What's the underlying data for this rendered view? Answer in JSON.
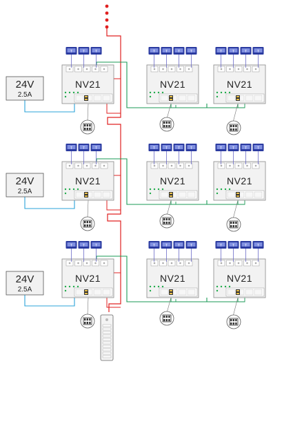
{
  "power_supply": {
    "voltage": "24V",
    "current": "2.5A"
  },
  "module": {
    "label": "NV21"
  },
  "sensor": {
    "label": "T"
  },
  "colors": {
    "bus_red": "#e02020",
    "bus_green": "#1a9a55",
    "power_blue": "#29a3d8",
    "sensor_blue": "#2a3aa0",
    "module_fill": "#f2f2f2",
    "module_stroke": "#888888",
    "led_green": "#1faa4a"
  },
  "icons": {
    "sensor": "thermostat-icon",
    "connector": "terminal-connector-icon",
    "panel": "touch-panel-icon",
    "bus_continuation": "dotted-bus-continuation-icon"
  }
}
